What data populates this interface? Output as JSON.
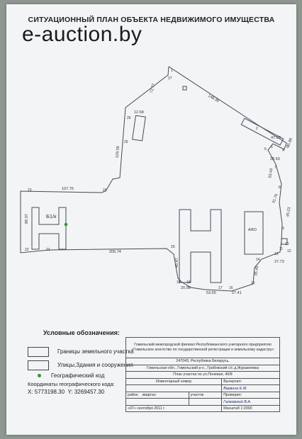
{
  "document": {
    "title": "СИТУАЦИОННЫЙ ПЛАН ОБЪЕКТА НЕДВИЖИМОГО ИМУЩЕСТВА",
    "watermark": "e-auction.by"
  },
  "plan": {
    "dimensions": [
      "72.77",
      "148.36",
      "47.58",
      "12.68",
      "129.38",
      "35.86",
      "28.93",
      "53.43",
      "31.76",
      "45.23",
      "27.73",
      "45.49",
      "27.41",
      "53.65",
      "20.98",
      "45.47",
      "205.74",
      "107.76",
      "89.37"
    ],
    "points": [
      "1",
      "2",
      "3",
      "4",
      "5",
      "6",
      "7",
      "8",
      "9",
      "10",
      "11",
      "12",
      "13",
      "14",
      "15",
      "16",
      "17",
      "18",
      "19",
      "20",
      "21",
      "22",
      "23",
      "24",
      "25",
      "26",
      "27"
    ],
    "building_labels": [
      "Б1/к",
      "АЯО"
    ]
  },
  "legend": {
    "title": "Условные обозначения:",
    "items": [
      {
        "label": "Границы земельного участка",
        "icon": "box"
      },
      {
        "label": "Улицы,Здания и сооружения",
        "icon": "box"
      },
      {
        "label": "Географический код",
        "icon": "dot"
      }
    ],
    "coords_label": "Координаты географического кода:",
    "x": "X: 5773198.30",
    "y": "Y: 3269457.30"
  },
  "stamp": {
    "org": "Гомельский межгородской филиал Республиканского унитарного предприятия «Гомельское агентство по государственной регистрации и земельному кадастру»",
    "address1": "247043, Республика Беларусь,",
    "address2": "Гомельская обл., Гомельский р-н., Грабовский с/с д.Журавлевка",
    "plan_note": "План участка по ул.Полевая, 40/8",
    "inv_label": "Инвентарный номер",
    "drawer_label": "Вычертил:",
    "drawer": "Варвина Е.М.",
    "col1": "район",
    "col2": "квартал",
    "col3": "участок",
    "checker_label": "Проверил:",
    "checker": "Галковский В.А.",
    "date": "«07» сентября 2011 г.",
    "scale": "Масштаб 1:2000"
  },
  "colors": {
    "paper": "#f3f4f6",
    "ink": "#444a5a",
    "dot": "#2e9a2e",
    "text": "#222222"
  }
}
